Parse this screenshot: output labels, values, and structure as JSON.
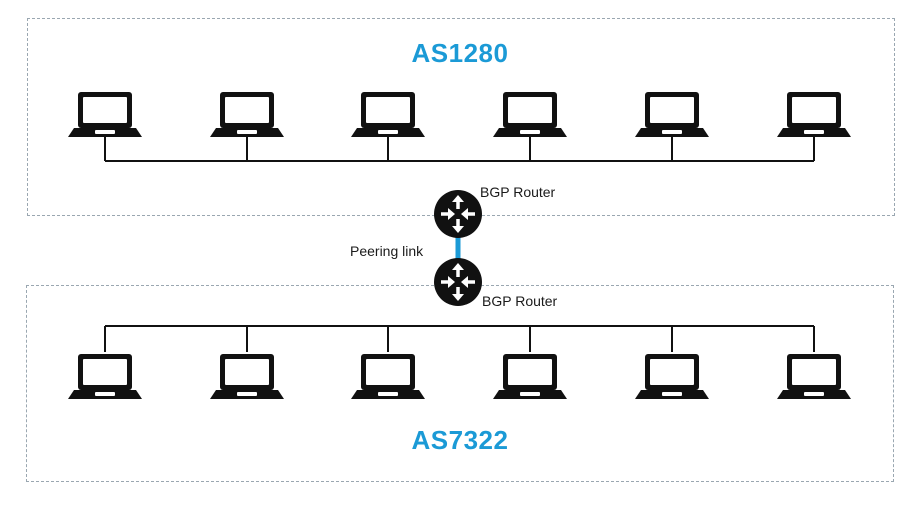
{
  "autonomous_systems": {
    "top": {
      "label": "AS1280",
      "laptop_count": 6
    },
    "bottom": {
      "label": "AS7322",
      "laptop_count": 6
    }
  },
  "routers": {
    "top_caption": "BGP Router",
    "bottom_caption": "BGP Router"
  },
  "peering_link": {
    "caption": "Peering link",
    "color": "#1b9ad6"
  },
  "colors": {
    "as_label": "#1b9ad6",
    "boundary": "#9aa7b1",
    "device": "#111111",
    "cable": "#111111"
  },
  "icons": {
    "laptop": "laptop-icon",
    "router": "router-icon"
  }
}
